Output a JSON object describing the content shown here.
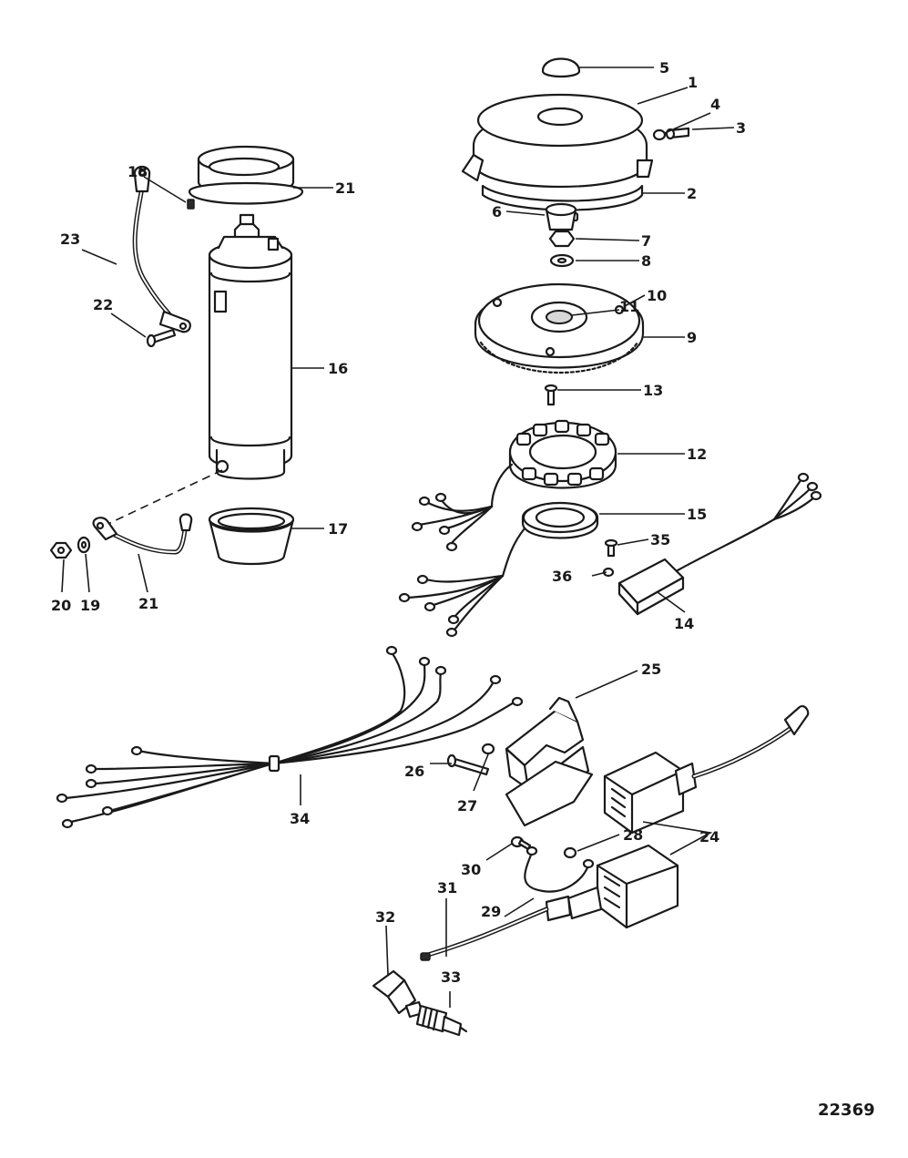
{
  "figure_number": "22369",
  "callouts": {
    "c1": "1",
    "c2": "2",
    "c3": "3",
    "c4": "4",
    "c5": "5",
    "c6": "6",
    "c7": "7",
    "c8": "8",
    "c9": "9",
    "c10": "10",
    "c11": "11",
    "c12": "12",
    "c13": "13",
    "c14": "14",
    "c15": "15",
    "c16": "16",
    "c17": "17",
    "c18": "18",
    "c19": "19",
    "c20": "20",
    "c21a": "21",
    "c21b": "21",
    "c22": "22",
    "c23": "23",
    "c24": "24",
    "c25": "25",
    "c26": "26",
    "c27": "27",
    "c28": "28",
    "c29": "29",
    "c30": "30",
    "c31": "31",
    "c32": "32",
    "c33": "33",
    "c34": "34",
    "c35": "35",
    "c36": "36"
  }
}
